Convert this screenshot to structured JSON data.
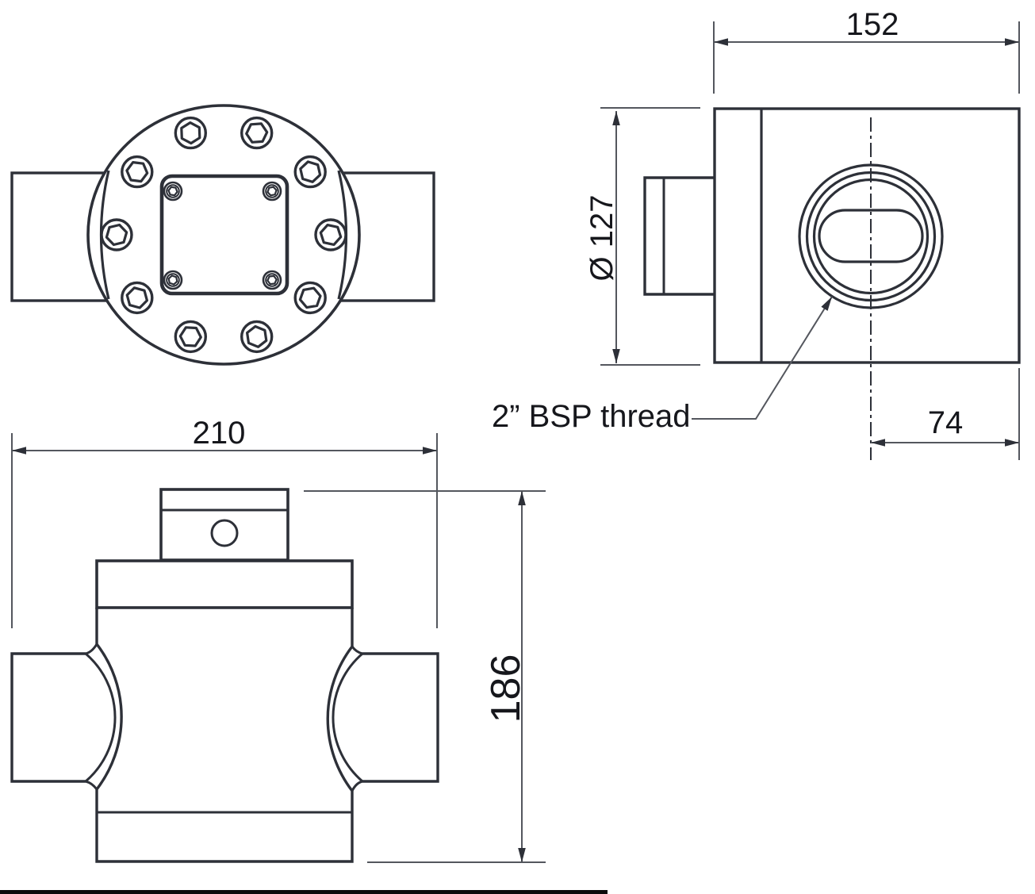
{
  "drawing": {
    "dimensions": {
      "side_width": "152",
      "flange_diameter": "Ø 127",
      "port_offset": "74",
      "overall_width": "210",
      "overall_height": "186"
    },
    "annotations": {
      "thread_label": "2” BSP thread"
    },
    "colors": {
      "outline": "#2d3038",
      "dimension": "#54575e",
      "text": "#16171c",
      "background": "#ffffff",
      "footer_bar": "#0a0a0b"
    }
  }
}
